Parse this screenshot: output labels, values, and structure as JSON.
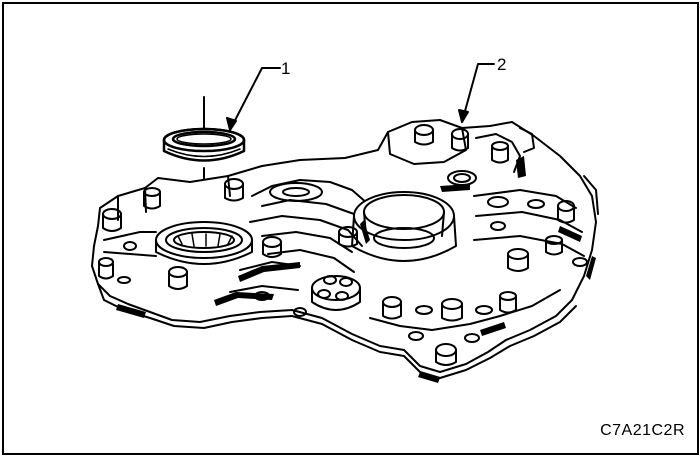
{
  "figure": {
    "code": "C7A21C2R",
    "callouts": [
      {
        "label": "1",
        "name": "seal"
      },
      {
        "label": "2",
        "name": "housing"
      }
    ],
    "line_color": "#000000",
    "background": "#ffffff"
  }
}
